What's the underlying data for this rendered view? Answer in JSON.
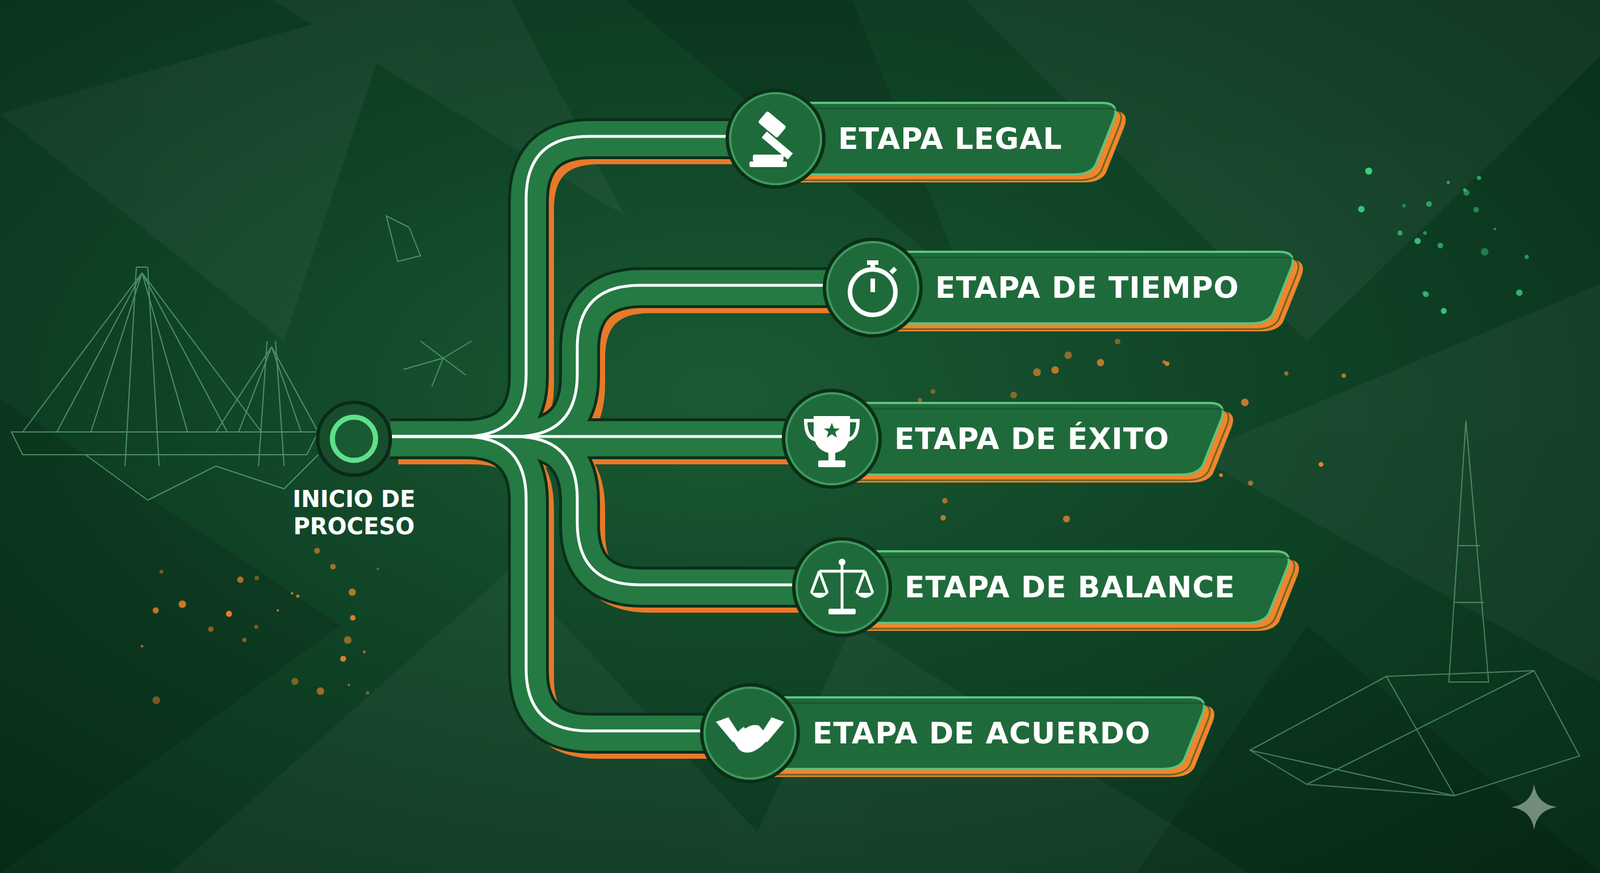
{
  "diagram": {
    "nodes": [
      {
        "text": [
          "INICIO DE PROCESO"
        ]
      },
      {
        "text": [
          "ETAPA LEGAL"
        ]
      },
      {
        "text": [
          "ETAPA DE TIEMPO"
        ]
      },
      {
        "text": [
          "ETAPA DE ÉXITO"
        ]
      },
      {
        "text": [
          "ETAPA DE BALANCE"
        ]
      },
      {
        "text": [
          "ETAPA DE ACUERDO"
        ]
      }
    ],
    "edges": [
      {
        "from": 0,
        "to": 1,
        "arrow": "none"
      },
      {
        "from": 0,
        "to": 2,
        "arrow": "none"
      },
      {
        "from": 0,
        "to": 3,
        "arrow": "none"
      },
      {
        "from": 0,
        "to": 4,
        "arrow": "none"
      },
      {
        "from": 0,
        "to": 5,
        "arrow": "none"
      }
    ]
  }
}
